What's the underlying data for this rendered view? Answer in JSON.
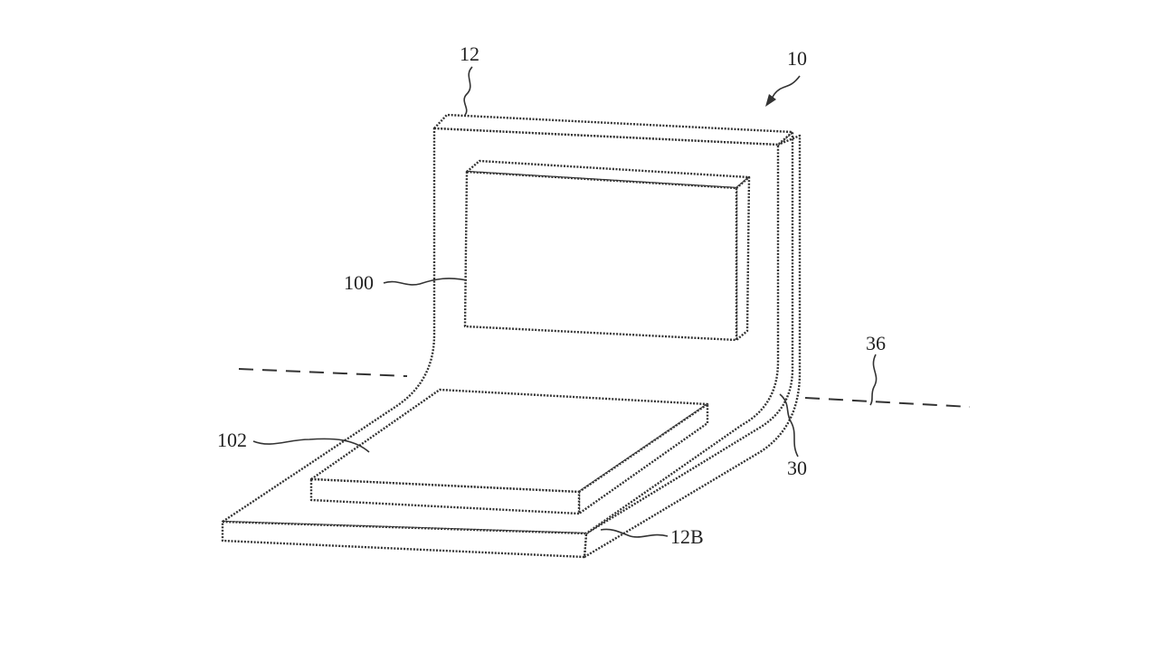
{
  "figure": {
    "labels": {
      "device": "10",
      "housing": "12",
      "display": "100",
      "keyboard": "102",
      "hinge_axis": "36",
      "bend_region": "30",
      "lower_housing": "12B"
    }
  }
}
